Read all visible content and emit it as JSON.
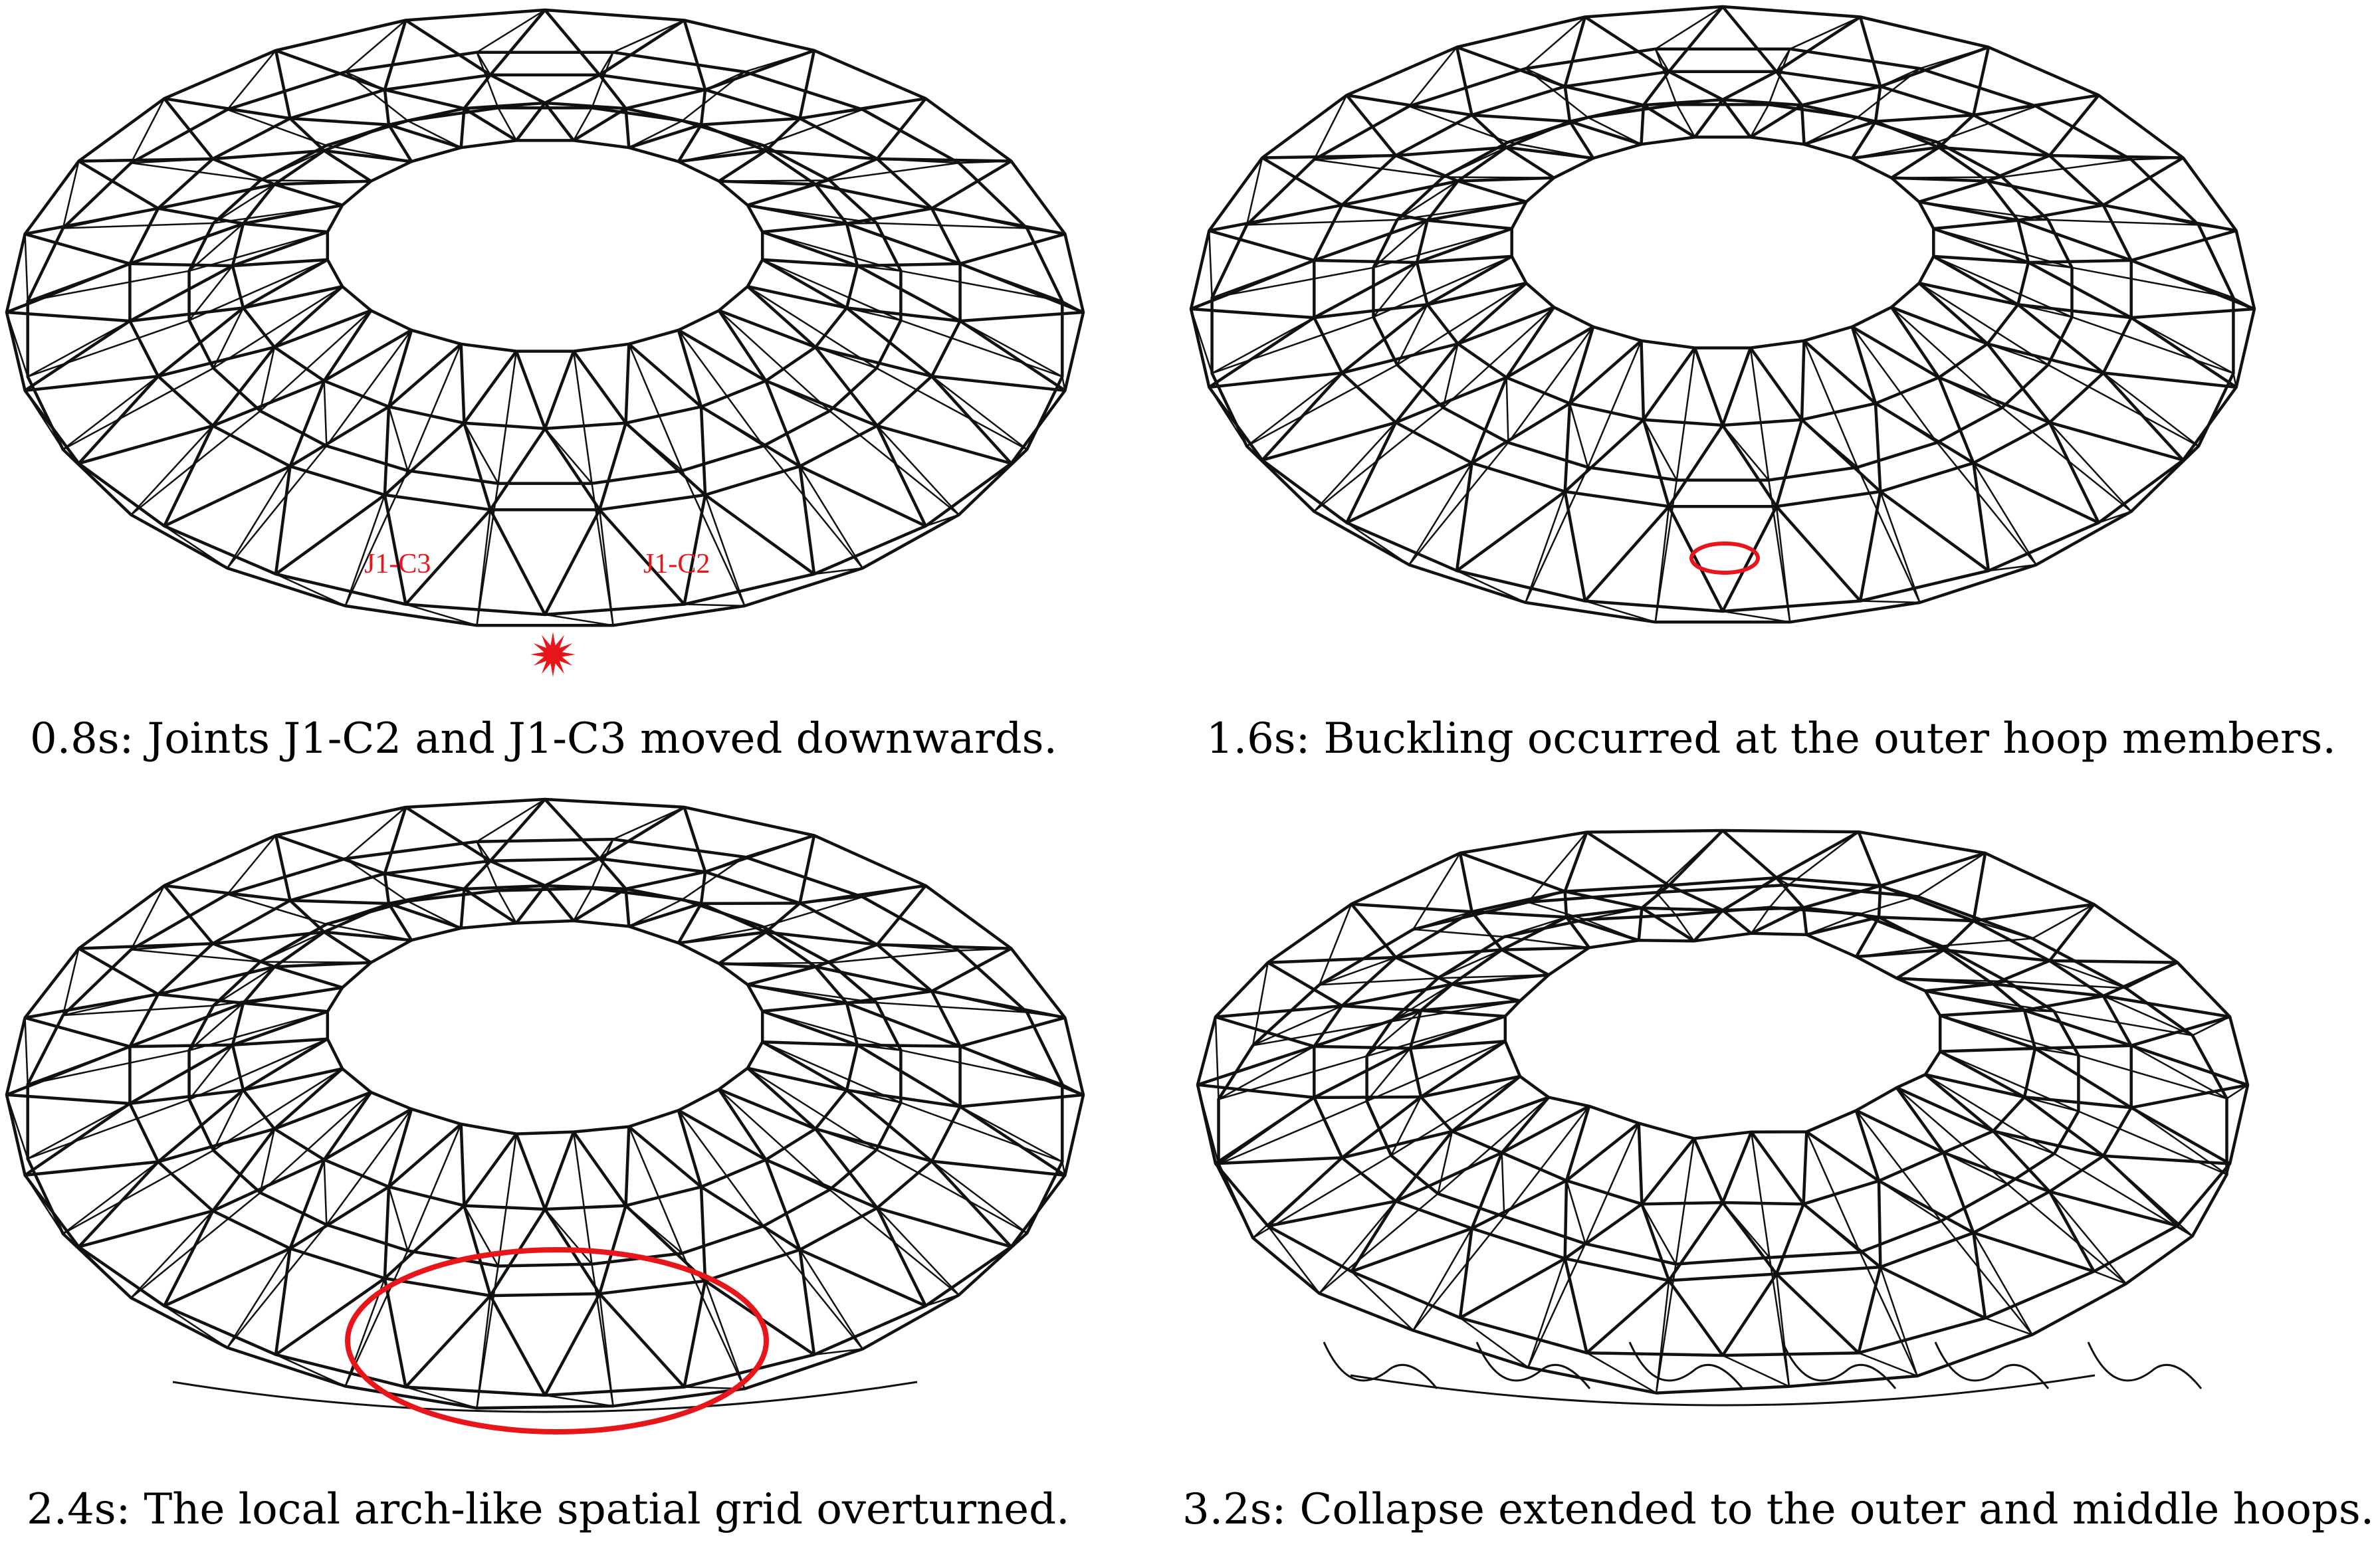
{
  "panels": [
    {
      "id": "p1",
      "caption": "0.8s: Joints J1-C2 and J1-C3 moved downwards.",
      "labels": [
        "J1-C3",
        "J1-C2"
      ],
      "stage": 0
    },
    {
      "id": "p2",
      "caption": "1.6s: Buckling occurred at the outer hoop members.",
      "labels": [],
      "stage": 1
    },
    {
      "id": "p3",
      "caption": "2.4s: The local arch-like spatial grid overturned.",
      "labels": [],
      "stage": 2
    },
    {
      "id": "p4",
      "caption": "3.2s: Collapse extended to the outer and middle hoops.",
      "labels": [],
      "stage": 3
    }
  ],
  "colors": {
    "structure": "#111111",
    "highlight": "#e8161b"
  },
  "icons": {
    "damage": "burst-icon",
    "buckling": "ellipse-marker",
    "overturn": "ellipse-marker"
  }
}
